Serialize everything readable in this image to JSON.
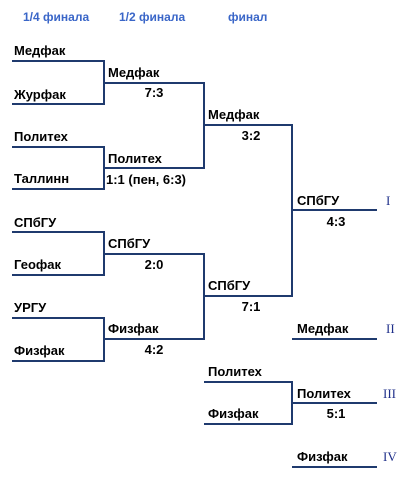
{
  "headers": {
    "quarter": "1/4 финала",
    "semi": "1/2 финала",
    "final": "финал"
  },
  "quarterfinals": [
    {
      "top": "Медфак",
      "bottom": "Журфак",
      "winner": "Медфак",
      "score": "7:3"
    },
    {
      "top": "Политех",
      "bottom": "Таллинн",
      "winner": "Политех",
      "score": "1:1 (пен, 6:3)"
    },
    {
      "top": "СПбГУ",
      "bottom": "Геофак",
      "winner": "СПбГУ",
      "score": "2:0"
    },
    {
      "top": "УРГУ",
      "bottom": "Физфак",
      "winner": "Физфак",
      "score": "4:2"
    }
  ],
  "semifinals": [
    {
      "winner": "Медфак",
      "score": "3:2"
    },
    {
      "winner": "СПбГУ",
      "score": "7:1"
    }
  ],
  "final": {
    "winner": "СПбГУ",
    "score": "4:3",
    "place": "I"
  },
  "second_place": {
    "team": "Медфак",
    "place": "II"
  },
  "third_place_match": {
    "top": "Политех",
    "bottom": "Физфак",
    "winner": "Политех",
    "score": "5:1",
    "place": "III"
  },
  "fourth_place": {
    "team": "Физфак",
    "place": "IV"
  }
}
